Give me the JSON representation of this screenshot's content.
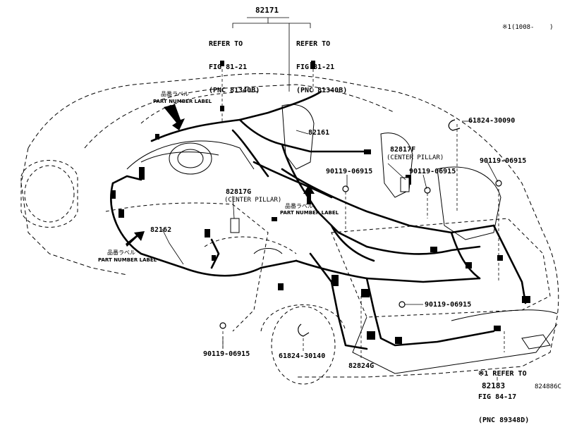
{
  "header": {
    "assembly_number": "82171",
    "note": "※1(1008-    )"
  },
  "refer_left": {
    "line1": "REFER TO",
    "line2": "FIG 81-21",
    "line3": "(PNC 81340B)"
  },
  "refer_right": {
    "line1": "REFER TO",
    "line2": "FIG 81-21",
    "line3": "(PNC 81340B)"
  },
  "part_labels": {
    "p82161": "82161",
    "p82817f": "82817F",
    "p82817f_note": "(CENTER PILLAR)",
    "p82817g": "82817G",
    "p82817g_note": "(CENTER PILLAR)",
    "p82162": "82162",
    "p61824_30090": "61824-30090",
    "p90119_a": "90119-06915",
    "p90119_b": "90119-06915",
    "p90119_c": "90119-06915",
    "p90119_d": "90119-06915",
    "p90119_e": "90119-06915",
    "p61824_30140": "61824-30140",
    "p82824g": "82824G",
    "p82183": "82183"
  },
  "label_tags": {
    "tag1_jp": "品番ラベル",
    "tag1_en": "PART NUMBER LABEL",
    "tag2_jp": "品番ラベル",
    "tag2_en": "PART NUMBER LABEL",
    "tag3_jp": "品番ラベル",
    "tag3_en": "PART NUMBER LABEL"
  },
  "refer_bottom": {
    "line1": "※1 REFER TO",
    "line2": "FIG 84-17",
    "line3": "(PNC 89348D)"
  },
  "figure_id": "824886C"
}
